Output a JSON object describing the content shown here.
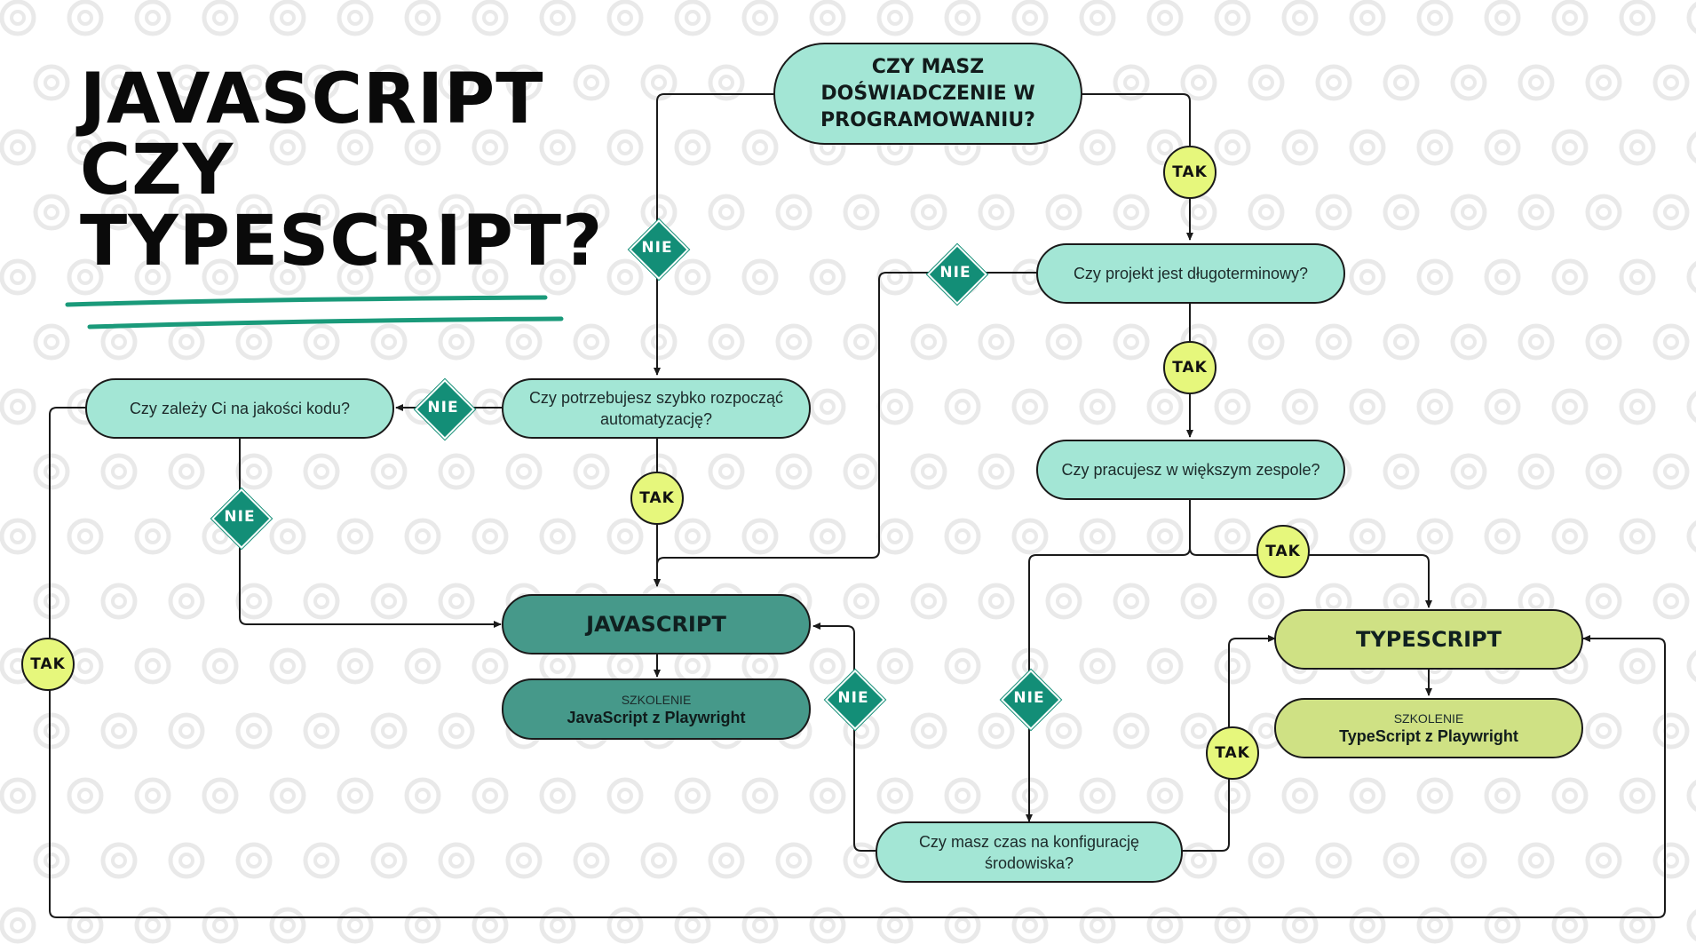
{
  "title": {
    "line1": "JAVASCRIPT",
    "line2": "CZY",
    "line3": "TYPESCRIPT?"
  },
  "nodes": {
    "q_experience": "CZY MASZ DOŚWIADCZENIE W PROGRAMOWANIU?",
    "q_long_term": "Czy projekt jest długoterminowy?",
    "q_quick_start": "Czy potrzebujesz szybko rozpocząć automatyzację?",
    "q_code_quality": "Czy zależy Ci na jakości kodu?",
    "q_team": "Czy pracujesz w większym zespole?",
    "q_config_time": "Czy masz czas na konfigurację środowiska?"
  },
  "results": {
    "javascript": {
      "title": "JAVASCRIPT",
      "course_label": "SZKOLENIE",
      "course_name": "JavaScript z Playwright"
    },
    "typescript": {
      "title": "TYPESCRIPT",
      "course_label": "SZKOLENIE",
      "course_name": "TypeScript z Playwright"
    }
  },
  "answers": {
    "yes": "TAK",
    "no": "NIE"
  },
  "colors": {
    "question_fill": "#a3e6d5",
    "javascript_fill": "#46998a",
    "typescript_fill": "#cfe184",
    "no_diamond": "#138e77",
    "yes_circle": "#e6f77c",
    "underline": "#1a9a7a",
    "pattern": "#e9e9e9"
  }
}
